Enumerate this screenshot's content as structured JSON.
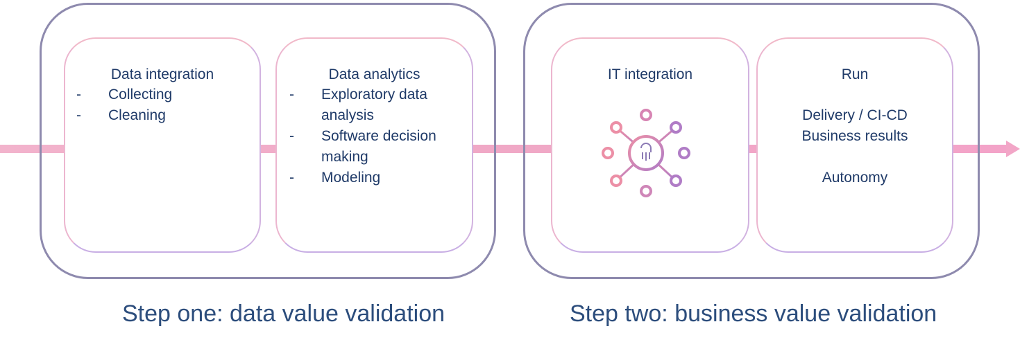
{
  "steps": [
    {
      "label": "Step one: data value validation",
      "cards": [
        {
          "title": "Data integration",
          "bullets": [
            "Collecting",
            "Cleaning"
          ]
        },
        {
          "title": "Data analytics",
          "bullets": [
            "Exploratory data analysis",
            "Software decision making",
            "Modeling"
          ]
        }
      ]
    },
    {
      "label": "Step two: business value validation",
      "cards": [
        {
          "title": "IT integration",
          "icon": "integration-hub-icon"
        },
        {
          "title": "Run",
          "lines": [
            "Delivery / CI-CD",
            "Business results",
            "",
            "Autonomy"
          ]
        }
      ]
    }
  ],
  "bullet_marker": "-",
  "colors": {
    "stage_border": "#8e8aae",
    "arrow": "#f2a6c7",
    "text": "#1f3a68",
    "icon_pink": "#ec8fa6",
    "icon_purple": "#b07cc6"
  }
}
